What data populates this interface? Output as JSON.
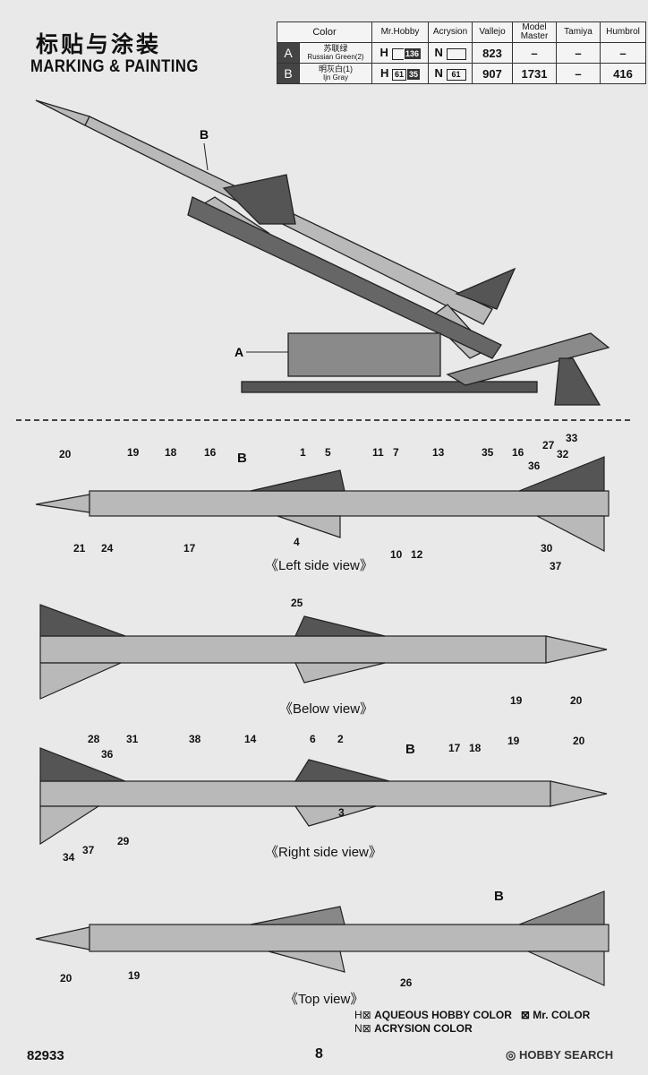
{
  "heading": {
    "title_cn": "标贴与涂装",
    "title_en": "MARKING & PAINTING"
  },
  "color_table": {
    "headers": [
      "Color",
      "Mr.Hobby",
      "Acrysion",
      "Vallejo",
      "Model Master",
      "Tamiya",
      "Humbrol"
    ],
    "rows": [
      {
        "letter": "A",
        "name_cn": "苏联绿",
        "name_en": "Russian Green(2)",
        "mrhobby_prefix": "H",
        "mrhobby_code": "136",
        "acrysion_prefix": "N",
        "acrysion_code": "",
        "vallejo": "823",
        "model_master": "–",
        "tamiya": "–",
        "humbrol": "–"
      },
      {
        "letter": "B",
        "name_cn": "明灰白(1)",
        "name_en": "Ijn Gray",
        "mrhobby_prefix": "H",
        "mrhobby_code": "61",
        "mrhobby_code2": "35",
        "acrysion_prefix": "N",
        "acrysion_code": "61",
        "vallejo": "907",
        "model_master": "1731",
        "tamiya": "–",
        "humbrol": "416"
      }
    ]
  },
  "launcher_labels": {
    "a": "A",
    "b": "B"
  },
  "views": {
    "left": {
      "label": "《Left side view》",
      "callouts": [
        "20",
        "19",
        "18",
        "16",
        "B",
        "1",
        "5",
        "11",
        "7",
        "13",
        "35",
        "16",
        "27",
        "33",
        "36",
        "32",
        "21",
        "24",
        "17",
        "4",
        "10",
        "12",
        "30",
        "37"
      ]
    },
    "below": {
      "label": "《Below view》",
      "callouts": [
        "25",
        "19",
        "20"
      ]
    },
    "right": {
      "label": "《Right side view》",
      "callouts": [
        "28",
        "31",
        "38",
        "14",
        "6",
        "2",
        "B",
        "17",
        "18",
        "19",
        "20",
        "36",
        "3",
        "34",
        "37",
        "29"
      ]
    },
    "top": {
      "label": "《Top view》",
      "callouts": [
        "B",
        "20",
        "19",
        "26"
      ]
    }
  },
  "legend": {
    "h_prefix": "H⊠",
    "h_text": "AQUEOUS HOBBY COLOR",
    "m_prefix": "⊠",
    "m_text": "Mr. COLOR",
    "n_prefix": "N⊠",
    "n_text": "ACRYSION COLOR"
  },
  "footer": {
    "code": "82933",
    "page": "8",
    "watermark": "HOBBY SEARCH"
  },
  "colors": {
    "missile": "#b9b9b9",
    "dark": "#555555",
    "line": "#222222"
  }
}
